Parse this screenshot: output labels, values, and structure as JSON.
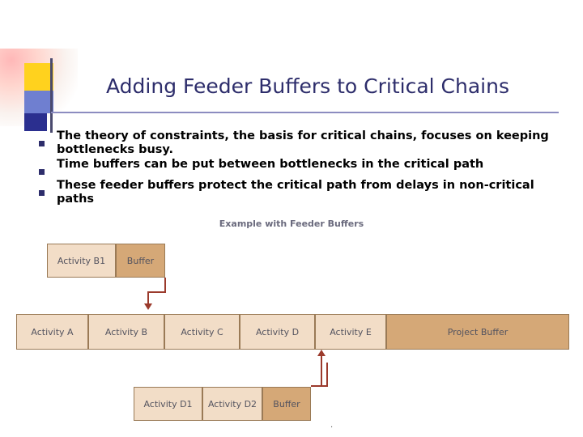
{
  "slide": {
    "title": "Adding Feeder Buffers to Critical Chains",
    "bullets": [
      "The theory of constraints, the basis for critical chains, focuses on keeping bottlenecks busy.",
      "Time buffers can be put between bottlenecks in the critical path",
      "These feeder buffers protect the critical path from delays in non-critical paths"
    ]
  },
  "diagram": {
    "caption": "Example with Feeder Buffers",
    "top_chain": [
      {
        "label": "Activity B1",
        "style": "light"
      },
      {
        "label": "Buffer",
        "style": "dark"
      }
    ],
    "main_chain": [
      {
        "label": "Activity A",
        "style": "light"
      },
      {
        "label": "Activity B",
        "style": "light"
      },
      {
        "label": "Activity C",
        "style": "light"
      },
      {
        "label": "Activity D",
        "style": "light"
      },
      {
        "label": "Activity E",
        "style": "light"
      },
      {
        "label": "Project Buffer",
        "style": "dark"
      }
    ],
    "bottom_chain": [
      {
        "label": "Activity D1",
        "style": "light"
      },
      {
        "label": "Activity D2",
        "style": "light"
      },
      {
        "label": "Buffer",
        "style": "dark"
      }
    ],
    "footnote": "."
  },
  "colors": {
    "title": "#2d2d6b",
    "box_light": "#f2ddc7",
    "box_dark": "#d5a877",
    "box_border": "#9a7a56",
    "connector": "#9b3a2c"
  }
}
